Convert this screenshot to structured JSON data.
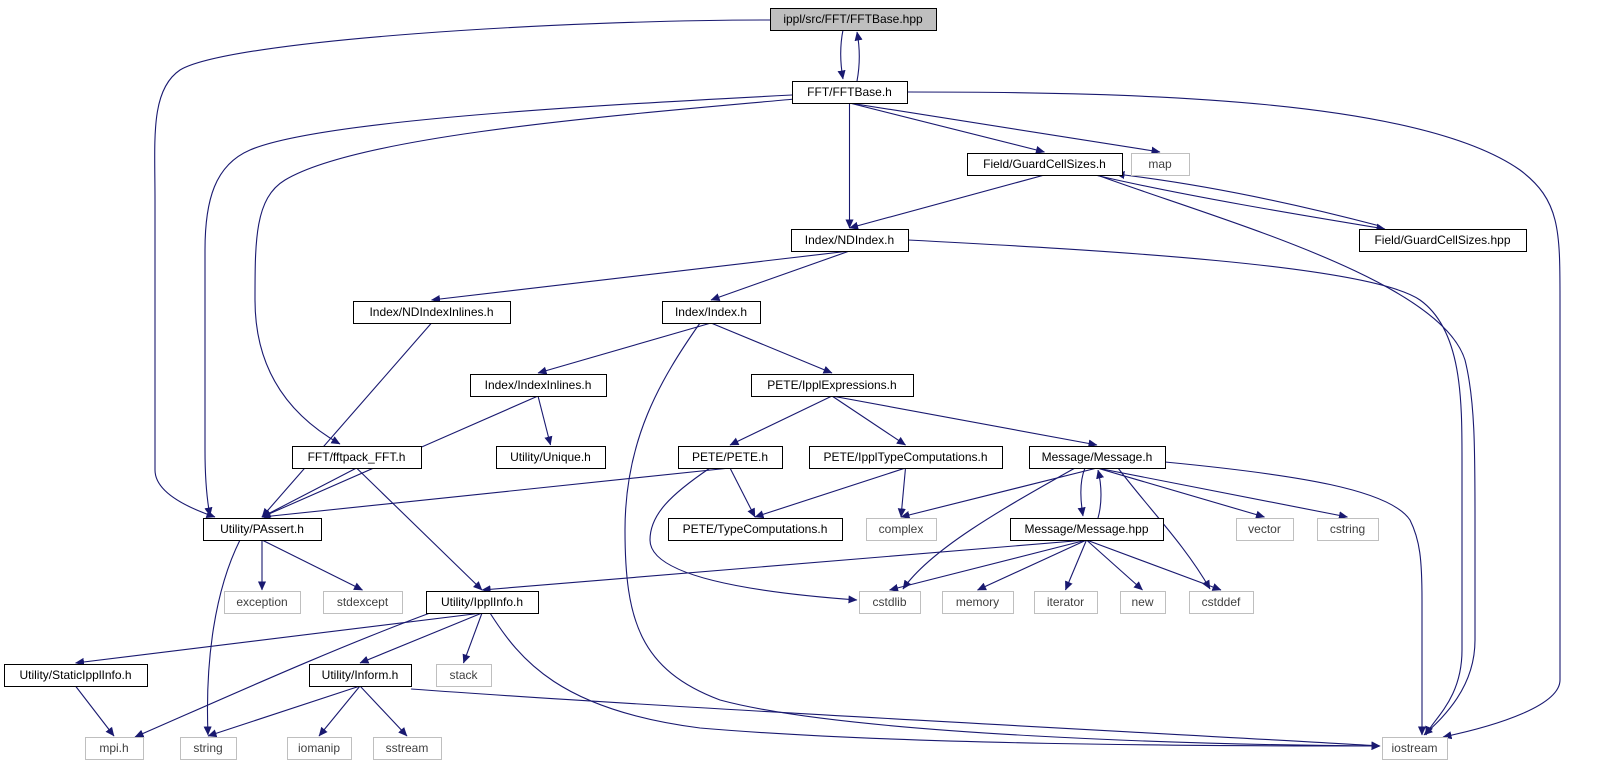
{
  "graph": {
    "colors": {
      "edge": "#191970",
      "node_border": "#000000",
      "node_root_fill": "#bfbfbf",
      "node_fill": "#ffffff",
      "external_border": "#bfbfbf",
      "external_text": "#404040"
    },
    "nodes": [
      {
        "id": "root",
        "label": "ippl/src/FFT/FFTBase.hpp",
        "kind": "root"
      },
      {
        "id": "fftbase_h",
        "label": "FFT/FFTBase.h",
        "kind": "file"
      },
      {
        "id": "guardcell_h",
        "label": "Field/GuardCellSizes.h",
        "kind": "file"
      },
      {
        "id": "map",
        "label": "map",
        "kind": "external"
      },
      {
        "id": "guardcell_hpp",
        "label": "Field/GuardCellSizes.hpp",
        "kind": "file"
      },
      {
        "id": "ndindex_h",
        "label": "Index/NDIndex.h",
        "kind": "file"
      },
      {
        "id": "ndindexinl_h",
        "label": "Index/NDIndexInlines.h",
        "kind": "file"
      },
      {
        "id": "index_h",
        "label": "Index/Index.h",
        "kind": "file"
      },
      {
        "id": "indexinl_h",
        "label": "Index/IndexInlines.h",
        "kind": "file"
      },
      {
        "id": "pete_expr_h",
        "label": "PETE/IpplExpressions.h",
        "kind": "file"
      },
      {
        "id": "fftpack_h",
        "label": "FFT/fftpack_FFT.h",
        "kind": "file"
      },
      {
        "id": "unique_h",
        "label": "Utility/Unique.h",
        "kind": "file"
      },
      {
        "id": "pete_h",
        "label": "PETE/PETE.h",
        "kind": "file"
      },
      {
        "id": "ippltypecomp_h",
        "label": "PETE/IpplTypeComputations.h",
        "kind": "file"
      },
      {
        "id": "message_h",
        "label": "Message/Message.h",
        "kind": "file"
      },
      {
        "id": "passert_h",
        "label": "Utility/PAssert.h",
        "kind": "file"
      },
      {
        "id": "typecomp_h",
        "label": "PETE/TypeComputations.h",
        "kind": "file"
      },
      {
        "id": "complex",
        "label": "complex",
        "kind": "external"
      },
      {
        "id": "message_hpp",
        "label": "Message/Message.hpp",
        "kind": "file"
      },
      {
        "id": "vector",
        "label": "vector",
        "kind": "external"
      },
      {
        "id": "cstring",
        "label": "cstring",
        "kind": "external"
      },
      {
        "id": "exception",
        "label": "exception",
        "kind": "external"
      },
      {
        "id": "stdexcept",
        "label": "stdexcept",
        "kind": "external"
      },
      {
        "id": "ipplinfo_h",
        "label": "Utility/IpplInfo.h",
        "kind": "file"
      },
      {
        "id": "cstdlib",
        "label": "cstdlib",
        "kind": "external"
      },
      {
        "id": "memory",
        "label": "memory",
        "kind": "external"
      },
      {
        "id": "iterator",
        "label": "iterator",
        "kind": "external"
      },
      {
        "id": "new",
        "label": "new",
        "kind": "external"
      },
      {
        "id": "cstddef",
        "label": "cstddef",
        "kind": "external"
      },
      {
        "id": "staticippl_h",
        "label": "Utility/StaticIpplInfo.h",
        "kind": "file"
      },
      {
        "id": "inform_h",
        "label": "Utility/Inform.h",
        "kind": "file"
      },
      {
        "id": "stack",
        "label": "stack",
        "kind": "external"
      },
      {
        "id": "mpi_h",
        "label": "mpi.h",
        "kind": "external"
      },
      {
        "id": "string",
        "label": "string",
        "kind": "external"
      },
      {
        "id": "iomanip",
        "label": "iomanip",
        "kind": "external"
      },
      {
        "id": "sstream",
        "label": "sstream",
        "kind": "external"
      },
      {
        "id": "iostream",
        "label": "iostream",
        "kind": "external"
      }
    ],
    "edges": [
      [
        "root",
        "fftbase_h"
      ],
      [
        "fftbase_h",
        "root"
      ],
      [
        "root",
        "passert_h"
      ],
      [
        "fftbase_h",
        "guardcell_h"
      ],
      [
        "fftbase_h",
        "map"
      ],
      [
        "fftbase_h",
        "ndindex_h"
      ],
      [
        "fftbase_h",
        "fftpack_h"
      ],
      [
        "fftbase_h",
        "passert_h"
      ],
      [
        "fftbase_h",
        "iostream"
      ],
      [
        "guardcell_h",
        "ndindex_h"
      ],
      [
        "guardcell_h",
        "guardcell_hpp"
      ],
      [
        "guardcell_hpp",
        "guardcell_h"
      ],
      [
        "guardcell_h",
        "iostream"
      ],
      [
        "ndindex_h",
        "ndindexinl_h"
      ],
      [
        "ndindex_h",
        "index_h"
      ],
      [
        "ndindex_h",
        "iostream"
      ],
      [
        "ndindexinl_h",
        "passert_h"
      ],
      [
        "index_h",
        "indexinl_h"
      ],
      [
        "index_h",
        "pete_expr_h"
      ],
      [
        "index_h",
        "iostream"
      ],
      [
        "indexinl_h",
        "passert_h"
      ],
      [
        "indexinl_h",
        "unique_h"
      ],
      [
        "pete_expr_h",
        "pete_h"
      ],
      [
        "pete_expr_h",
        "ippltypecomp_h"
      ],
      [
        "pete_expr_h",
        "message_h"
      ],
      [
        "fftpack_h",
        "passert_h"
      ],
      [
        "fftpack_h",
        "ipplinfo_h"
      ],
      [
        "pete_h",
        "passert_h"
      ],
      [
        "pete_h",
        "typecomp_h"
      ],
      [
        "pete_h",
        "cstdlib"
      ],
      [
        "ippltypecomp_h",
        "typecomp_h"
      ],
      [
        "ippltypecomp_h",
        "complex"
      ],
      [
        "message_h",
        "complex"
      ],
      [
        "message_h",
        "message_hpp"
      ],
      [
        "message_hpp",
        "message_h"
      ],
      [
        "message_h",
        "vector"
      ],
      [
        "message_h",
        "cstring"
      ],
      [
        "message_h",
        "cstdlib"
      ],
      [
        "message_h",
        "cstddef"
      ],
      [
        "message_h",
        "iostream"
      ],
      [
        "message_hpp",
        "ipplinfo_h"
      ],
      [
        "message_hpp",
        "cstdlib"
      ],
      [
        "message_hpp",
        "memory"
      ],
      [
        "message_hpp",
        "iterator"
      ],
      [
        "message_hpp",
        "new"
      ],
      [
        "message_hpp",
        "cstddef"
      ],
      [
        "passert_h",
        "exception"
      ],
      [
        "passert_h",
        "stdexcept"
      ],
      [
        "passert_h",
        "string"
      ],
      [
        "ipplinfo_h",
        "staticippl_h"
      ],
      [
        "ipplinfo_h",
        "inform_h"
      ],
      [
        "ipplinfo_h",
        "stack"
      ],
      [
        "ipplinfo_h",
        "mpi_h"
      ],
      [
        "ipplinfo_h",
        "iostream"
      ],
      [
        "staticippl_h",
        "mpi_h"
      ],
      [
        "inform_h",
        "string"
      ],
      [
        "inform_h",
        "iomanip"
      ],
      [
        "inform_h",
        "sstream"
      ],
      [
        "inform_h",
        "iostream"
      ]
    ]
  }
}
